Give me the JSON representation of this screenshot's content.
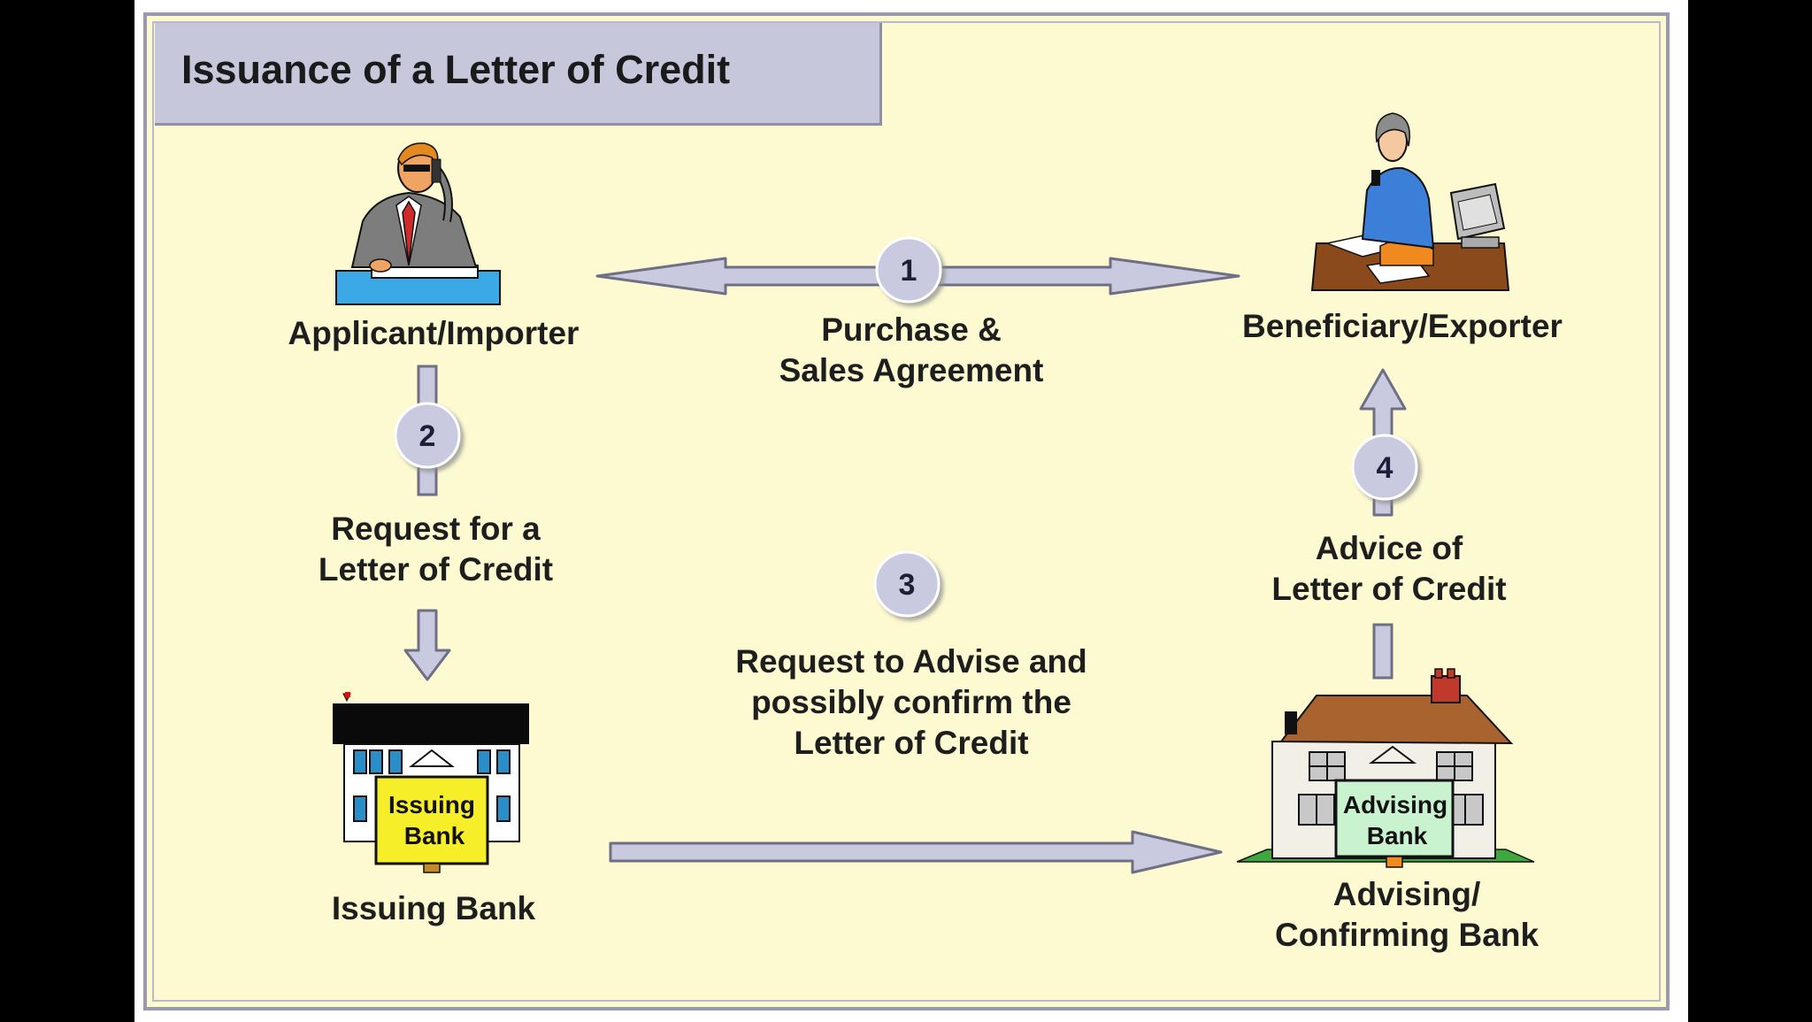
{
  "title": "Issuance of a Letter of Credit",
  "colors": {
    "background": "#fdf9d1",
    "title_box": "#c7c7dc",
    "arrow_fill": "#c9c9df",
    "arrow_stroke": "#6e6e84",
    "issuing_sign": "#f7ee2a",
    "advising_sign": "#c9f3cf"
  },
  "parties": {
    "applicant": {
      "label": "Applicant/Importer",
      "icon": "businessman-phone-icon"
    },
    "beneficiary": {
      "label": "Beneficiary/Exporter",
      "icon": "woman-computer-desk-icon"
    },
    "issuing_bank": {
      "label": "Issuing Bank",
      "sign_line1": "Issuing",
      "sign_line2": "Bank",
      "icon": "bank-building-icon"
    },
    "advising_bank": {
      "label_line1": "Advising/",
      "label_line2": "Confirming Bank",
      "sign_line1": "Advising",
      "sign_line2": "Bank",
      "icon": "house-bank-icon"
    }
  },
  "steps": [
    {
      "number": "1",
      "line1": "Purchase &",
      "line2": "Sales Agreement"
    },
    {
      "number": "2",
      "line1": "Request for a",
      "line2": "Letter of Credit"
    },
    {
      "number": "3",
      "line1": "Request to Advise and",
      "line2": "possibly confirm the",
      "line3": "Letter of Credit"
    },
    {
      "number": "4",
      "line1": "Advice of",
      "line2": "Letter of Credit"
    }
  ]
}
